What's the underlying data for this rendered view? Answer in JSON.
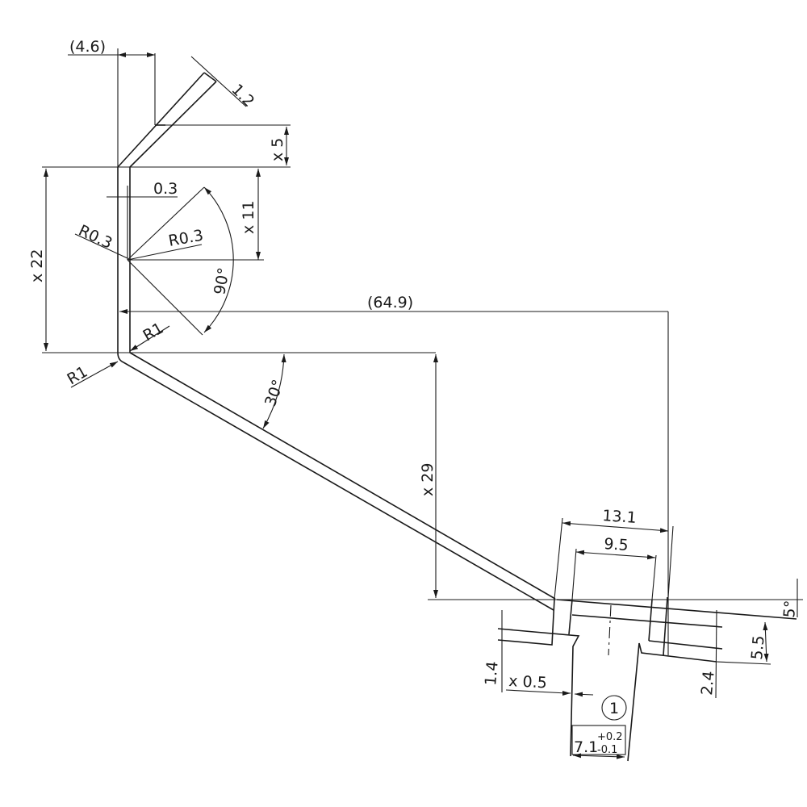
{
  "drawing": {
    "dimensions": {
      "d_4_6": "(4.6)",
      "d_1_2": "1.2",
      "d_x5": "x 5",
      "d_0_3": "0.3",
      "d_x11": "x 11",
      "d_x22": "x 22",
      "r_0_3_left": "R0.3",
      "r_0_3_right": "R0.3",
      "a_90": "90°",
      "d_64_9": "(64.9)",
      "r_1_inner": "R1",
      "r_1_outer": "R1",
      "a_30": "30°",
      "d_x29": "x 29",
      "d_13_1": "13.1",
      "d_9_5": "9.5",
      "a_5": "5°",
      "d_5_5": "5.5",
      "d_2_4": "2.4",
      "d_1_4": "1.4",
      "d_x0_5": "x 0.5",
      "callout": "1",
      "tol_nominal": "7.1",
      "tol_upper": "+0.2",
      "tol_lower": "-0.1"
    }
  }
}
